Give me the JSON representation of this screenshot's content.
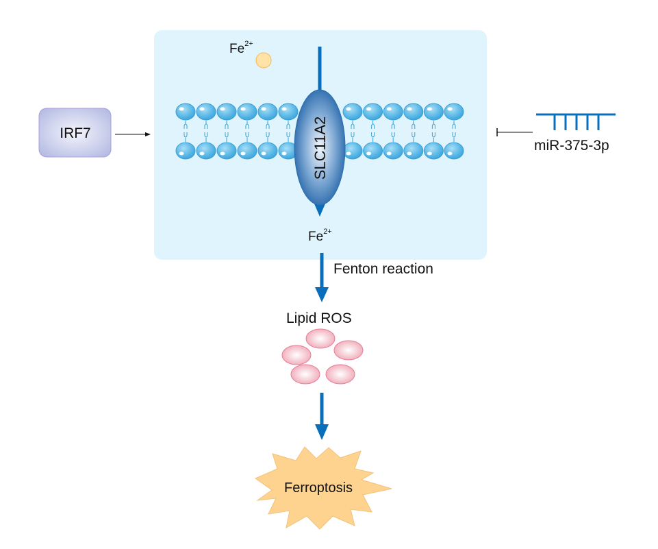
{
  "title": "IRF7 / SLC11A2 / miR-375-3p ferroptosis pathway",
  "colors": {
    "cell_background": "#dff4fc",
    "arrow_blue": "#0a6fba",
    "lipid_head": "#63bce8",
    "transporter": "#2e7bbf",
    "iron_ion": "#ffe3a6",
    "ros": "#f2a7b6",
    "ferroptosis_burst": "#fdd38f",
    "irf7_box": "#c2c8ea"
  },
  "nodes": {
    "fe_outside": {
      "base": "Fe",
      "charge": "2+"
    },
    "fe_inside": {
      "base": "Fe",
      "charge": "2+"
    },
    "transporter": {
      "label": "SLC11A2"
    },
    "irf7": {
      "label": "IRF7"
    },
    "mirna": {
      "label": "miR-375-3p"
    },
    "fenton": {
      "label": "Fenton reaction"
    },
    "lipid_ros": {
      "label": "Lipid ROS"
    },
    "ferroptosis": {
      "label": "Ferroptosis"
    }
  },
  "edges": [
    {
      "from": "IRF7",
      "to": "SLC11A2",
      "type": "activation"
    },
    {
      "from": "miR-375-3p",
      "to": "SLC11A2",
      "type": "inhibition"
    },
    {
      "from": "Fe2+ (extracellular)",
      "to": "Fe2+ (intracellular)",
      "via": "SLC11A2",
      "type": "transport"
    },
    {
      "from": "Fe2+ (intracellular)",
      "to": "Lipid ROS",
      "label": "Fenton reaction",
      "type": "activation"
    },
    {
      "from": "Lipid ROS",
      "to": "Ferroptosis",
      "type": "activation"
    }
  ],
  "membrane": {
    "lipids_left_of_transporter": 6,
    "lipids_right_of_transporter": 6
  },
  "ros_particle_count": 5,
  "mirna_seed_ticks": 5
}
